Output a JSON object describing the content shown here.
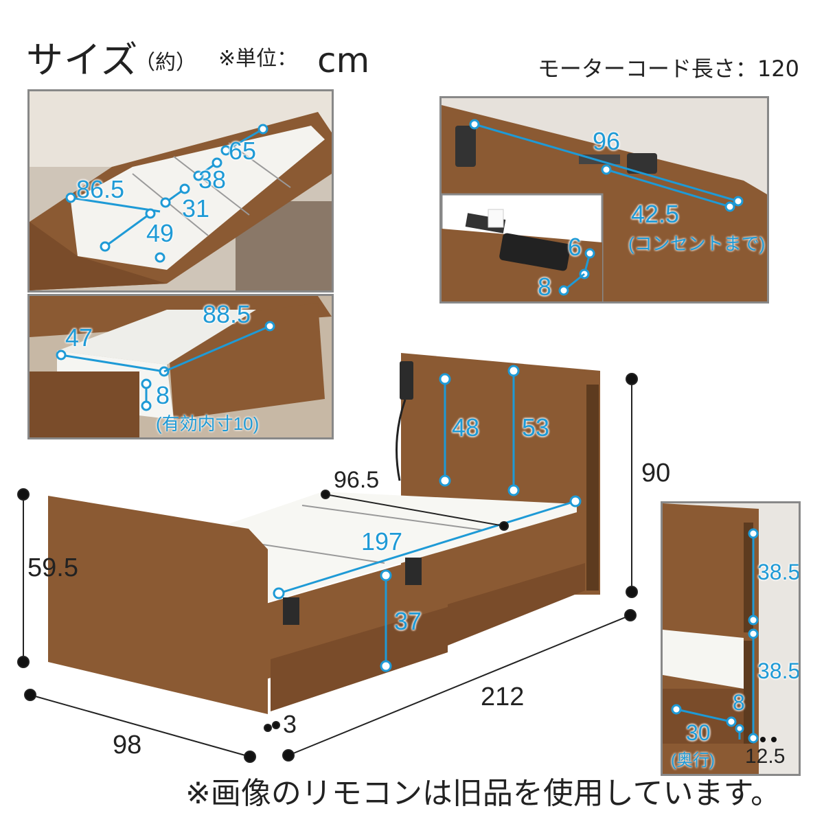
{
  "header": {
    "title": "サイズ",
    "approx": "（約）",
    "unit_label": "※単位：",
    "unit": "cm",
    "motor_cord": "モーターコード長さ：120"
  },
  "panel_slats": {
    "a": "65",
    "b": "38",
    "c": "86.5",
    "d": "31",
    "e": "49"
  },
  "panel_drawer": {
    "a": "88.5",
    "b": "47",
    "c": "8",
    "note": "(有効内寸10)"
  },
  "panel_headboard": {
    "width": "96",
    "outlet": "42.5",
    "outlet_note": "(コンセントまで)",
    "h1": "6",
    "h2": "8"
  },
  "main_bed": {
    "headboard_height": "90",
    "footboard_height": "59.5",
    "inner_width": "96.5",
    "inner_length": "197",
    "shelf_a": "48",
    "shelf_b": "53",
    "floor_to_deck": "37",
    "width": "98",
    "length": "212",
    "clearance": "3"
  },
  "panel_side": {
    "a": "38.5",
    "b": "38.5",
    "c": "8",
    "depth": "30",
    "depth_note": "(奥行)",
    "thick": "12.5"
  },
  "footer": "※画像のリモコンは旧品を使用しています。"
}
